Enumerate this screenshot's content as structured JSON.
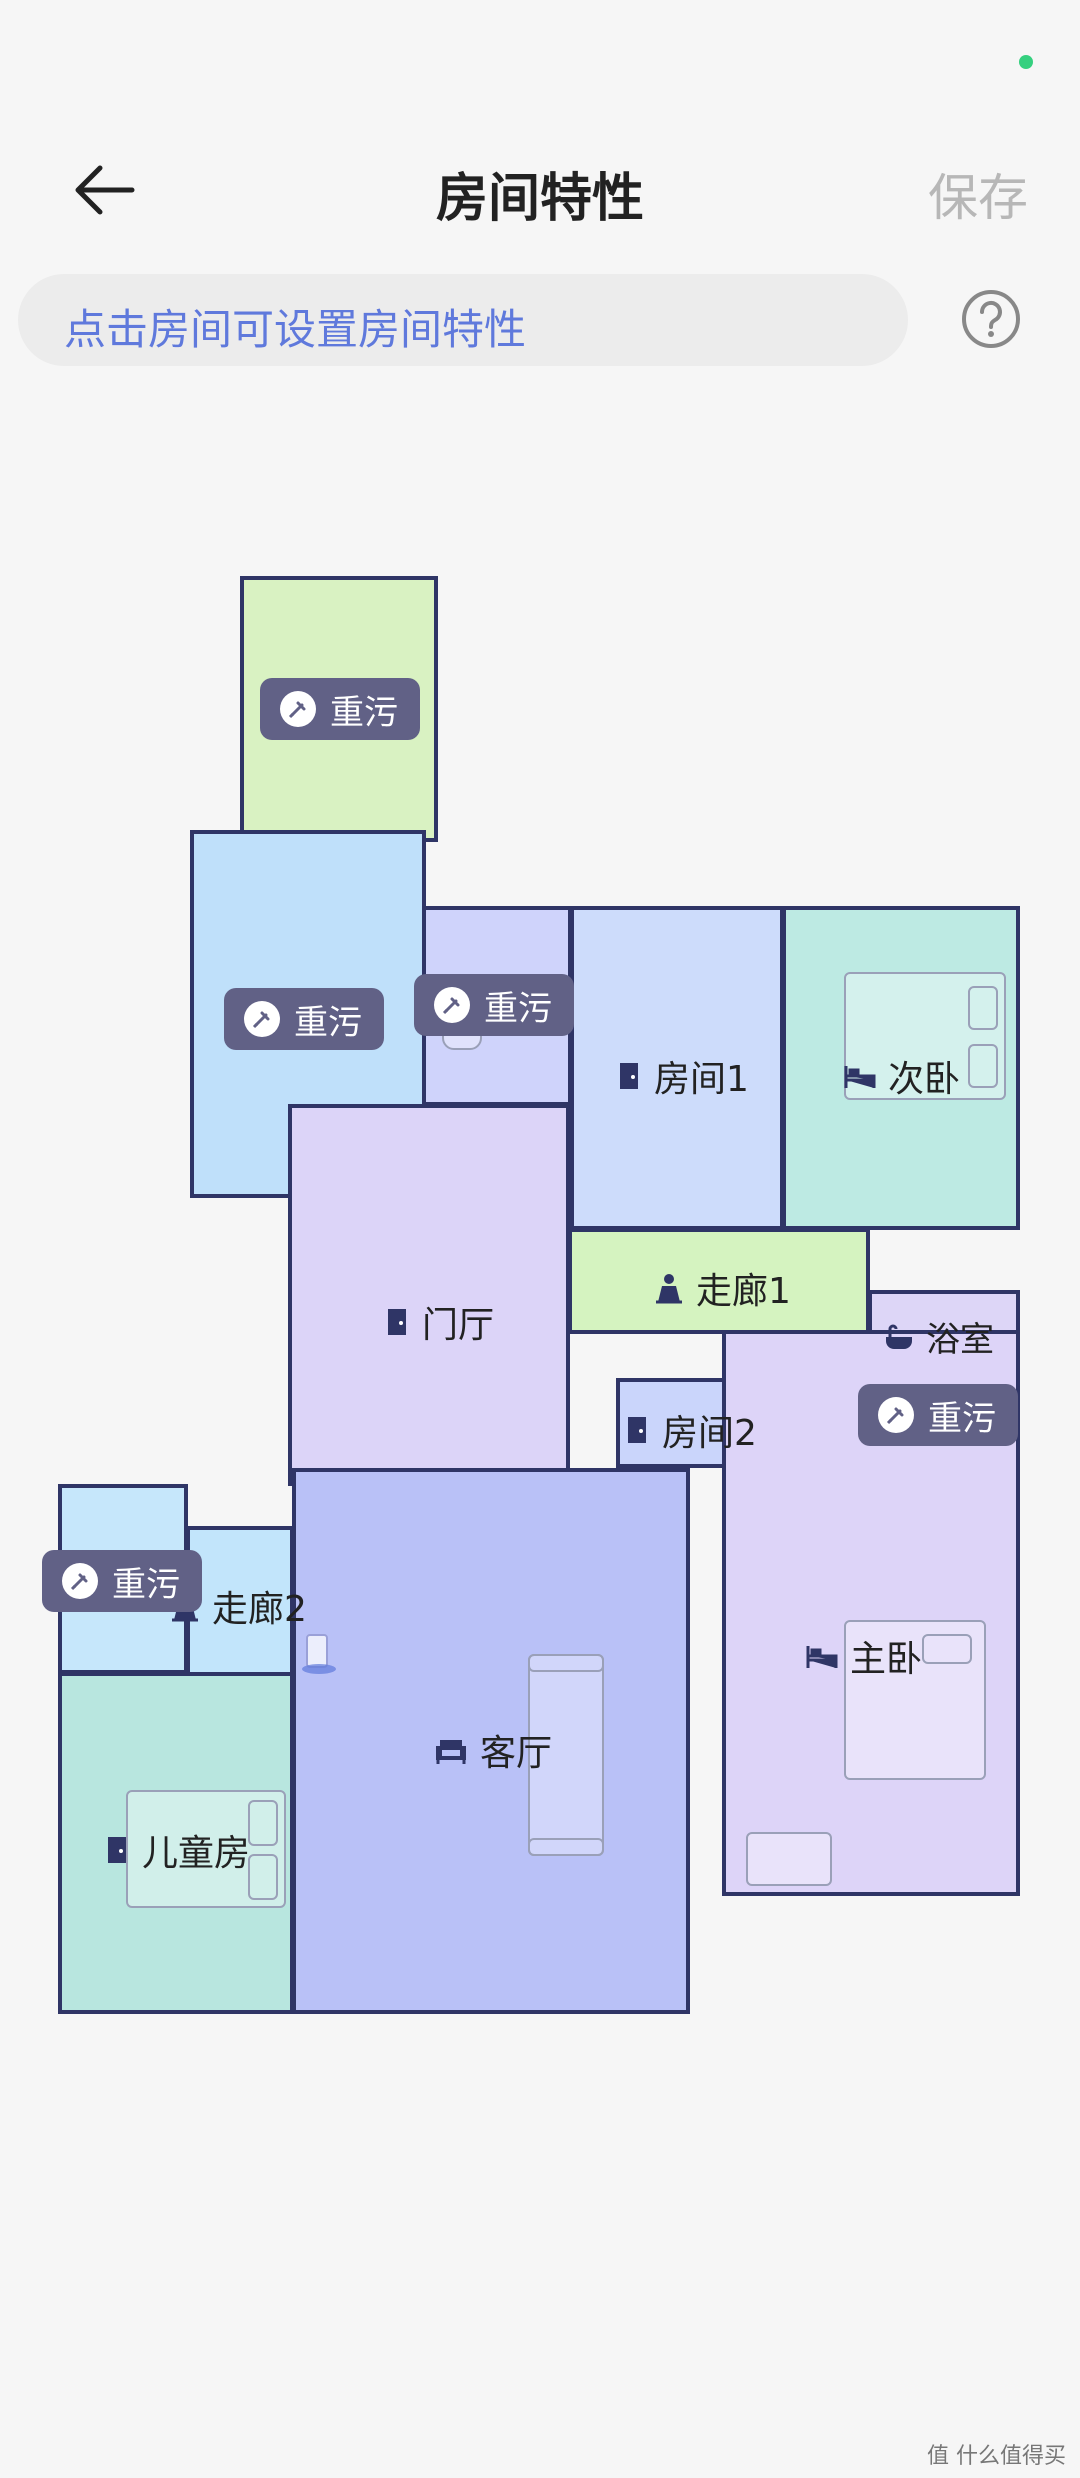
{
  "header": {
    "title": "房间特性",
    "save_label": "保存"
  },
  "hint": {
    "text": "点击房间可设置房间特性"
  },
  "badge": {
    "label": "重污"
  },
  "rooms": {
    "room1": "房间1",
    "second_bedroom": "次卧",
    "corridor1": "走廊1",
    "bathroom": "浴室",
    "foyer": "门厅",
    "room2": "房间2",
    "corridor2": "走廊2",
    "master_bedroom": "主卧",
    "living_room": "客厅",
    "kids_room": "儿童房"
  },
  "watermark": "值 什么值得买"
}
